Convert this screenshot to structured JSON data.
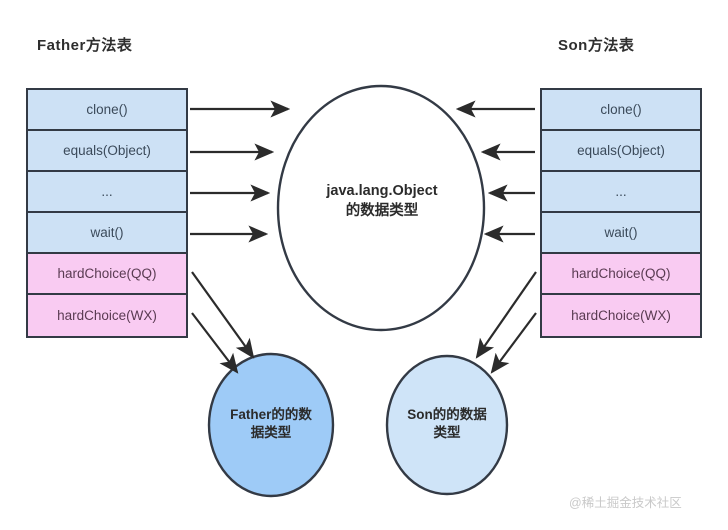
{
  "diagram": {
    "title_left": "Father方法表",
    "title_right": "Son方法表",
    "center_node": {
      "line1": "java.lang.Object",
      "line2": "的数据类型"
    },
    "father_node": {
      "line1": "Father的的数",
      "line2": "据类型"
    },
    "son_node": {
      "line1": "Son的的数据",
      "line2": "类型"
    },
    "father_table_rows": [
      {
        "label": "clone()",
        "kind": "blue"
      },
      {
        "label": "equals(Object)",
        "kind": "blue"
      },
      {
        "label": "...",
        "kind": "blue"
      },
      {
        "label": "wait()",
        "kind": "blue"
      },
      {
        "label": "hardChoice(QQ)",
        "kind": "pink"
      },
      {
        "label": "hardChoice(WX)",
        "kind": "pink"
      }
    ],
    "son_table_rows": [
      {
        "label": "clone()",
        "kind": "blue"
      },
      {
        "label": "equals(Object)",
        "kind": "blue"
      },
      {
        "label": "...",
        "kind": "blue"
      },
      {
        "label": "wait()",
        "kind": "blue"
      },
      {
        "label": "hardChoice(QQ)",
        "kind": "pink"
      },
      {
        "label": "hardChoice(WX)",
        "kind": "pink"
      }
    ],
    "colors": {
      "blue_cell": "#cde1f5",
      "pink_cell": "#f9cbf2",
      "father_ellipse": "#9ecbf7",
      "son_ellipse": "#cfe4f8",
      "stroke": "#333a45",
      "arrow": "#2b2b2b",
      "watermark": "#c9c9c9"
    },
    "watermark": "@稀土掘金技术社区"
  }
}
